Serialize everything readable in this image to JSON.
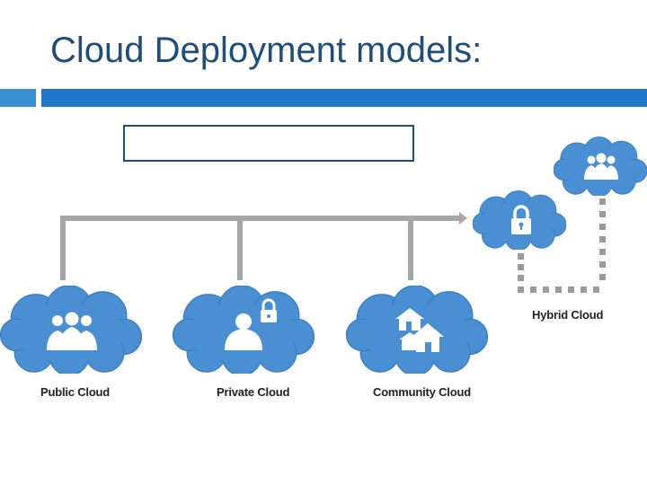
{
  "slide": {
    "title": "Cloud Deployment models:"
  },
  "models": {
    "public_label": "Public Cloud",
    "private_label": "Private Cloud",
    "community_label": "Community Cloud",
    "hybrid_label": "Hybrid Cloud"
  },
  "icons": {
    "public": "people-group-icon",
    "private": "person-lock-icon",
    "community": "houses-icon",
    "hybrid_lock": "lock-icon",
    "hybrid_people": "people-group-icon"
  },
  "colors": {
    "title": "#1f4e79",
    "accent_bar": "#1e78c8",
    "cloud_fill": "#4a8fd4",
    "cloud_edge": "#3a7dc0",
    "connector": "#a6a6a6",
    "dashed_connector": "#9a9a9a"
  }
}
